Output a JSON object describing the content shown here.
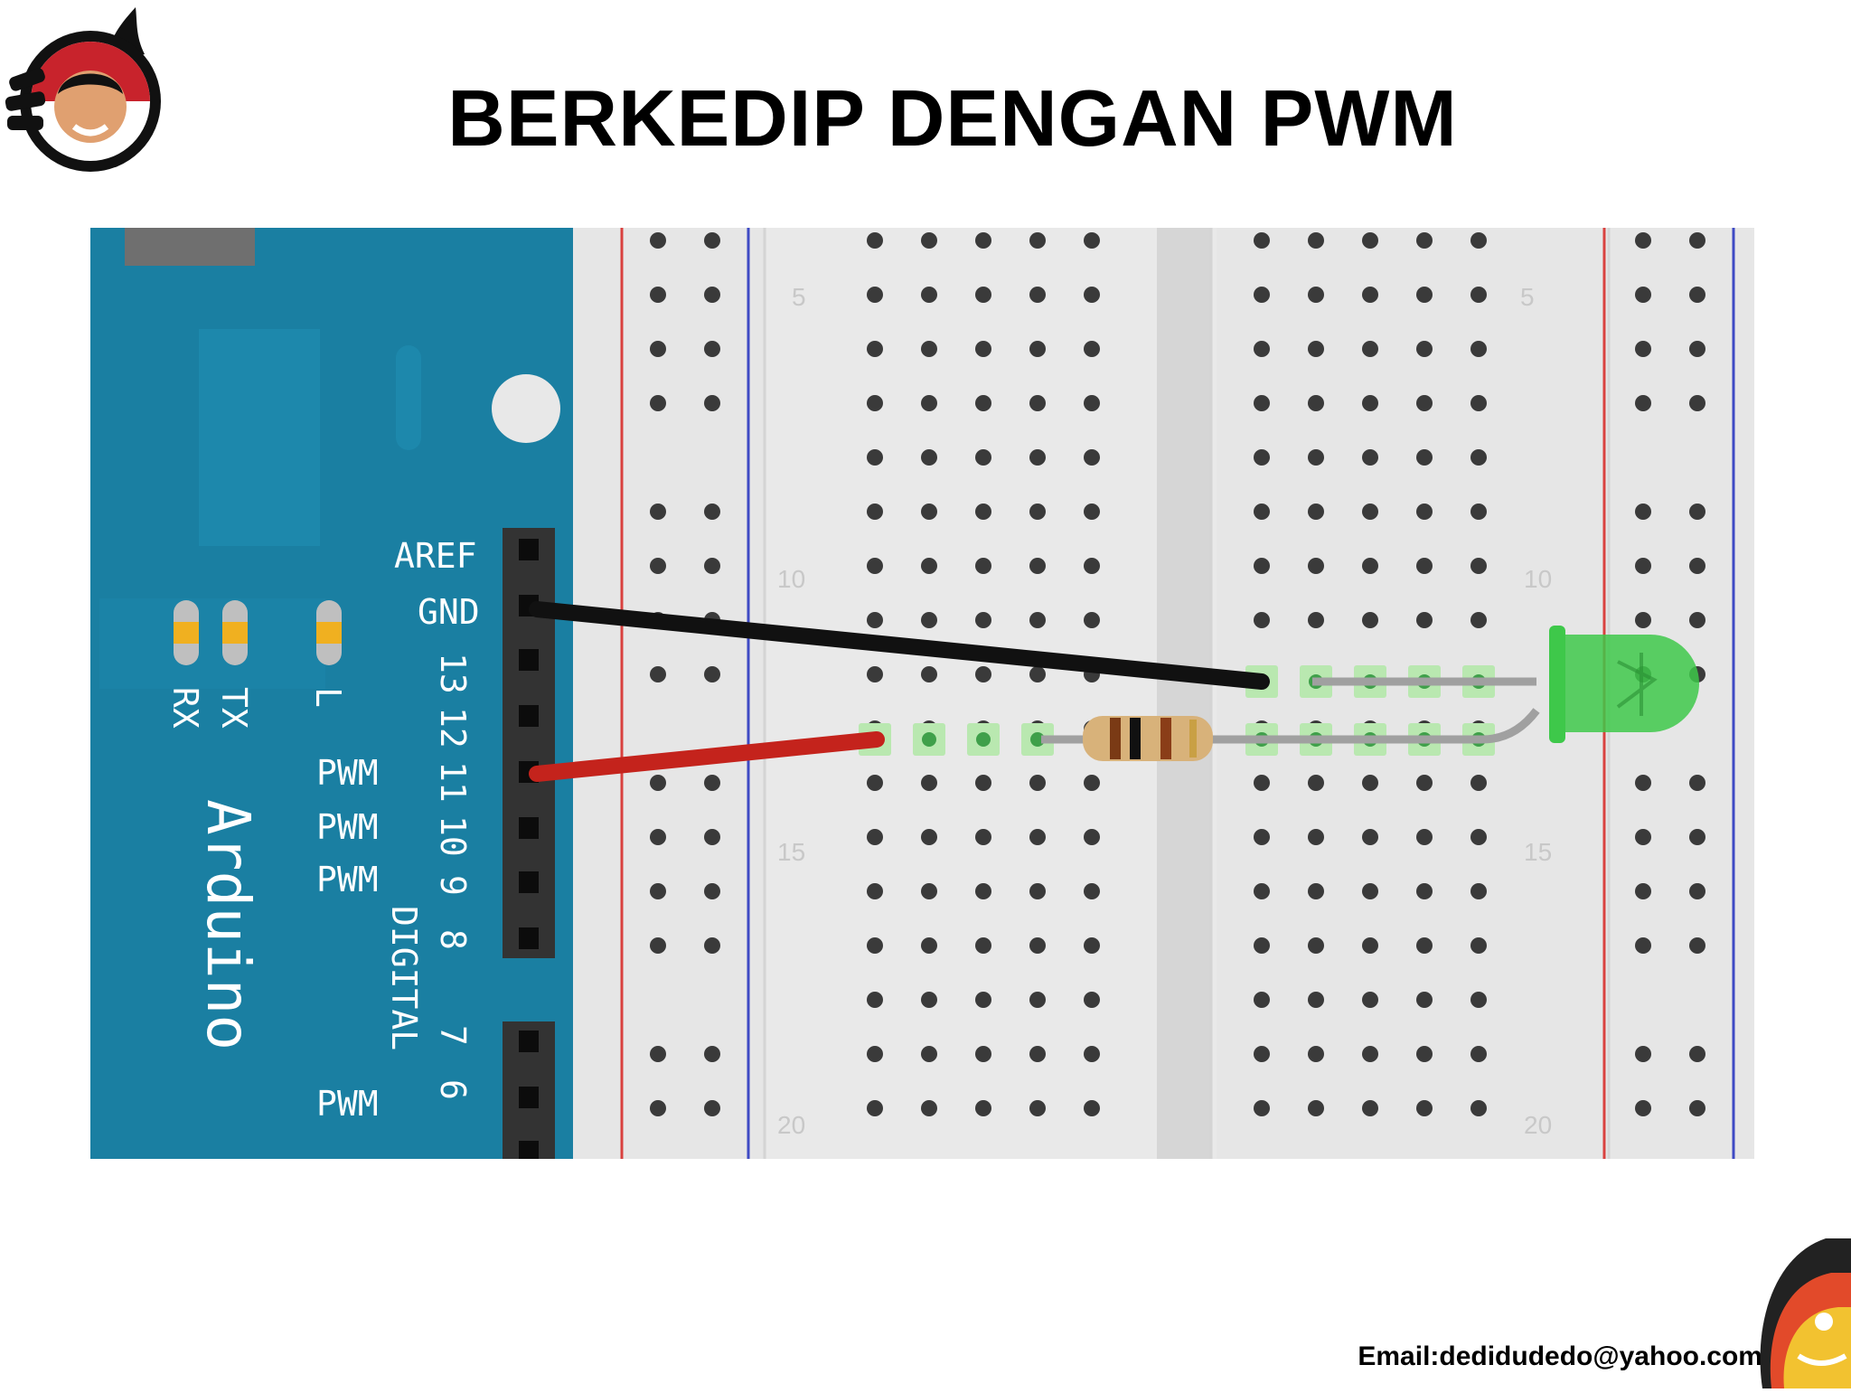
{
  "slide": {
    "title": "BERKEDIP DENGAN PWM",
    "footer_email": "Email:dedidudedo@yahoo.com"
  },
  "figure": {
    "board": {
      "name": "Arduino",
      "section_label": "DIGITAL",
      "header_labels": [
        "AREF",
        "GND",
        "PWM",
        "PWM",
        "PWM",
        "PWM"
      ],
      "pin_numbers": [
        "13",
        "12",
        "11",
        "10",
        "9",
        "8",
        "7",
        "6"
      ],
      "led_labels": [
        "TX",
        "RX",
        "L"
      ],
      "color": "#1a7fa2"
    },
    "breadboard": {
      "row_numbers": [
        "5",
        "10",
        "15",
        "20"
      ],
      "rail_colors": {
        "positive": "#d9413f",
        "negative": "#3e4ac4"
      }
    },
    "components": {
      "wire_gnd_color": "#111111",
      "wire_signal_color": "#c4231c",
      "led_color": "#3ec84a"
    }
  }
}
